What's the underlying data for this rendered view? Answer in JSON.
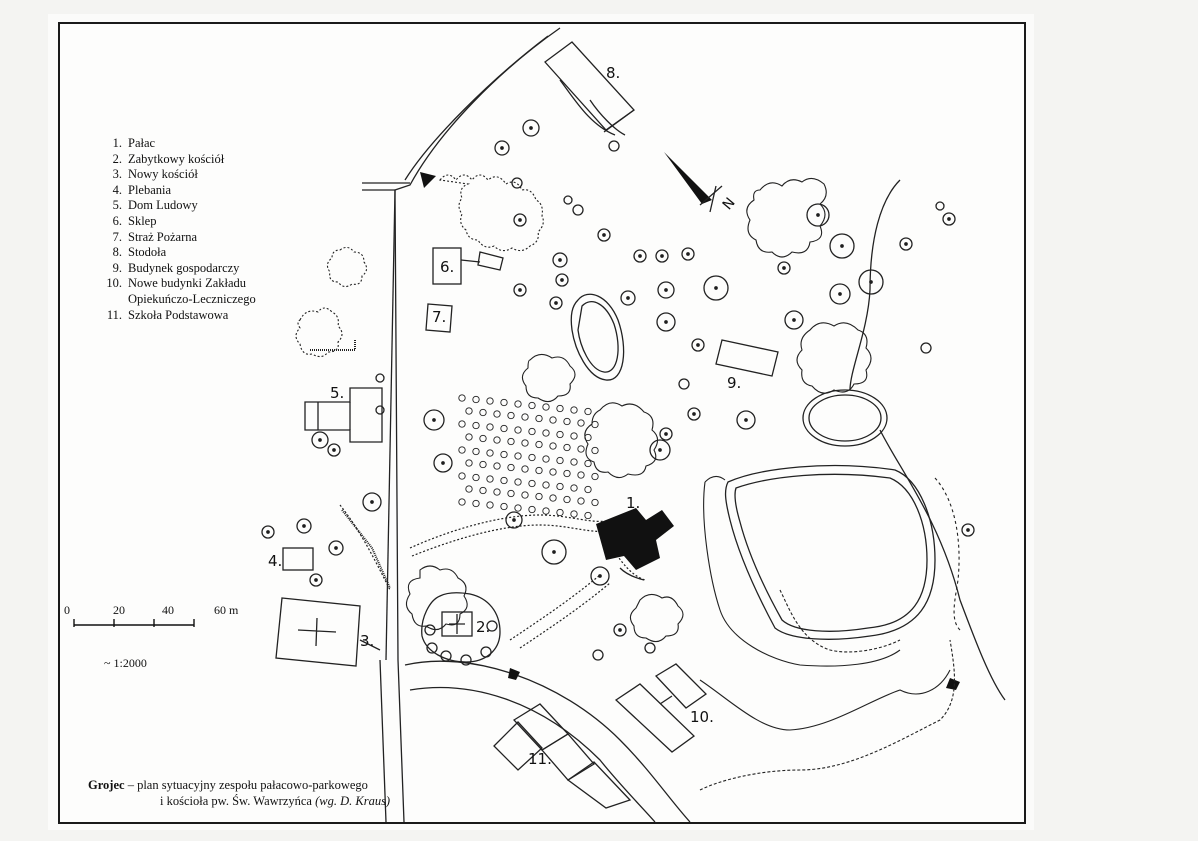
{
  "legend": [
    {
      "num": "1.",
      "label": "Pałac"
    },
    {
      "num": "2.",
      "label": "Zabytkowy kościół"
    },
    {
      "num": "3.",
      "label": "Nowy kościół"
    },
    {
      "num": "4.",
      "label": "Plebania"
    },
    {
      "num": "5.",
      "label": "Dom Ludowy"
    },
    {
      "num": "6.",
      "label": "Sklep"
    },
    {
      "num": "7.",
      "label": "Straż Pożarna"
    },
    {
      "num": "8.",
      "label": "Stodoła"
    },
    {
      "num": "9.",
      "label": "Budynek gospodarczy"
    },
    {
      "num": "10.",
      "label": "Nowe budynki Zakładu",
      "cont": "Opiekuńczo-Leczniczego"
    },
    {
      "num": "11.",
      "label": "Szkoła Podstawowa"
    }
  ],
  "scale": {
    "t0": "0",
    "t1": "20",
    "t2": "40",
    "t3": "60 m",
    "ratio": "~ 1:2000"
  },
  "north": "N",
  "map_labels": [
    "1.",
    "2.",
    "3.",
    "4.",
    "5.",
    "6.",
    "7.",
    "8.",
    "9.",
    "10.",
    "11."
  ],
  "caption": {
    "place": "Grojec",
    "line1_rest": " – plan sytuacyjny zespołu pałacowo-parkowego",
    "line2": "i kościoła pw. Św. Wawrzyńca ",
    "credit": "(wg. D. Kraus)"
  }
}
